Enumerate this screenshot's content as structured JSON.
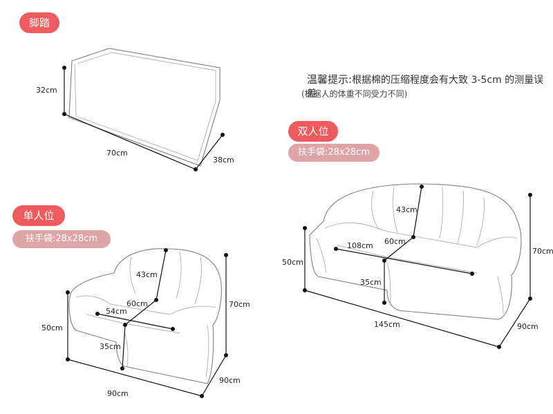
{
  "footstool": {
    "tag": "脚踏",
    "height": "32cm",
    "width": "70cm",
    "depth": "38cm"
  },
  "note": {
    "title_prefix": "温馨提示:",
    "title_text": "根据棉的压缩程度会有大致 3-5cm 的测量误差",
    "subtitle": "(根据人的体重不同受力不同)"
  },
  "double": {
    "tag": "双人位",
    "armrest": "扶手袋:28x28cm",
    "back_height": "43cm",
    "seat_width": "108cm",
    "seat_depth": "60cm",
    "arm_height": "50cm",
    "total_height": "70cm",
    "seat_height": "35cm",
    "total_width": "145cm",
    "total_depth": "90cm"
  },
  "single": {
    "tag": "单人位",
    "armrest": "扶手袋:28x28cm",
    "back_height": "43cm",
    "seat_depth": "60cm",
    "seat_width": "54cm",
    "arm_height": "50cm",
    "total_height": "70cm",
    "seat_height": "35cm",
    "total_width": "90cm",
    "total_depth": "90cm"
  }
}
